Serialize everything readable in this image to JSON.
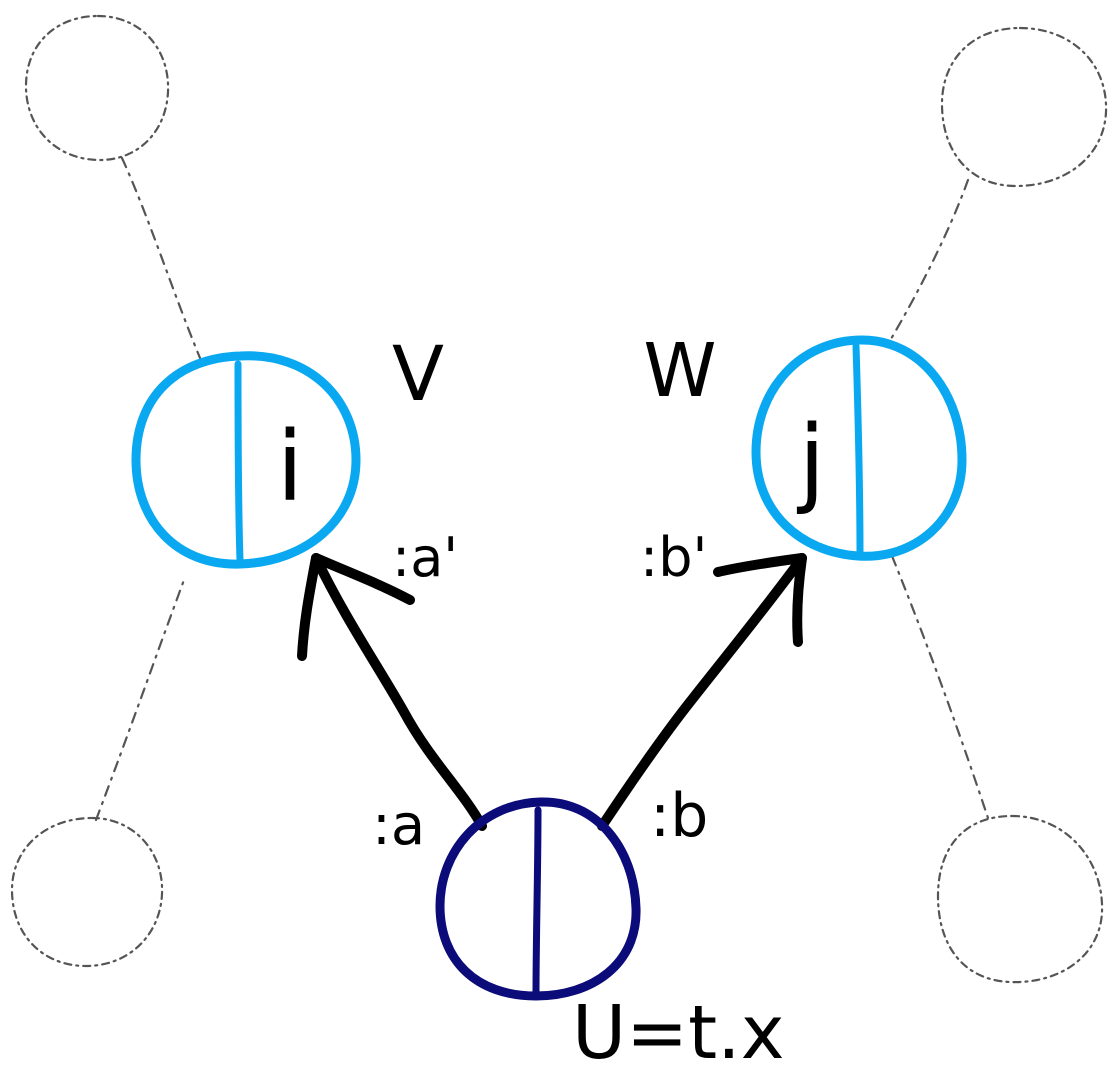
{
  "colors": {
    "child_node": "#0aa8f0",
    "parent_node": "#0b0b7a",
    "arrow": "#000000",
    "ghost": "#555555"
  },
  "labels": {
    "node_v": "V",
    "node_w": "W",
    "node_i": "i",
    "node_j": "j",
    "port_a_prime": ":a'",
    "port_b_prime": ":b'",
    "port_a": ":a",
    "port_b": ":b",
    "parent_caption": "U=t.x"
  }
}
